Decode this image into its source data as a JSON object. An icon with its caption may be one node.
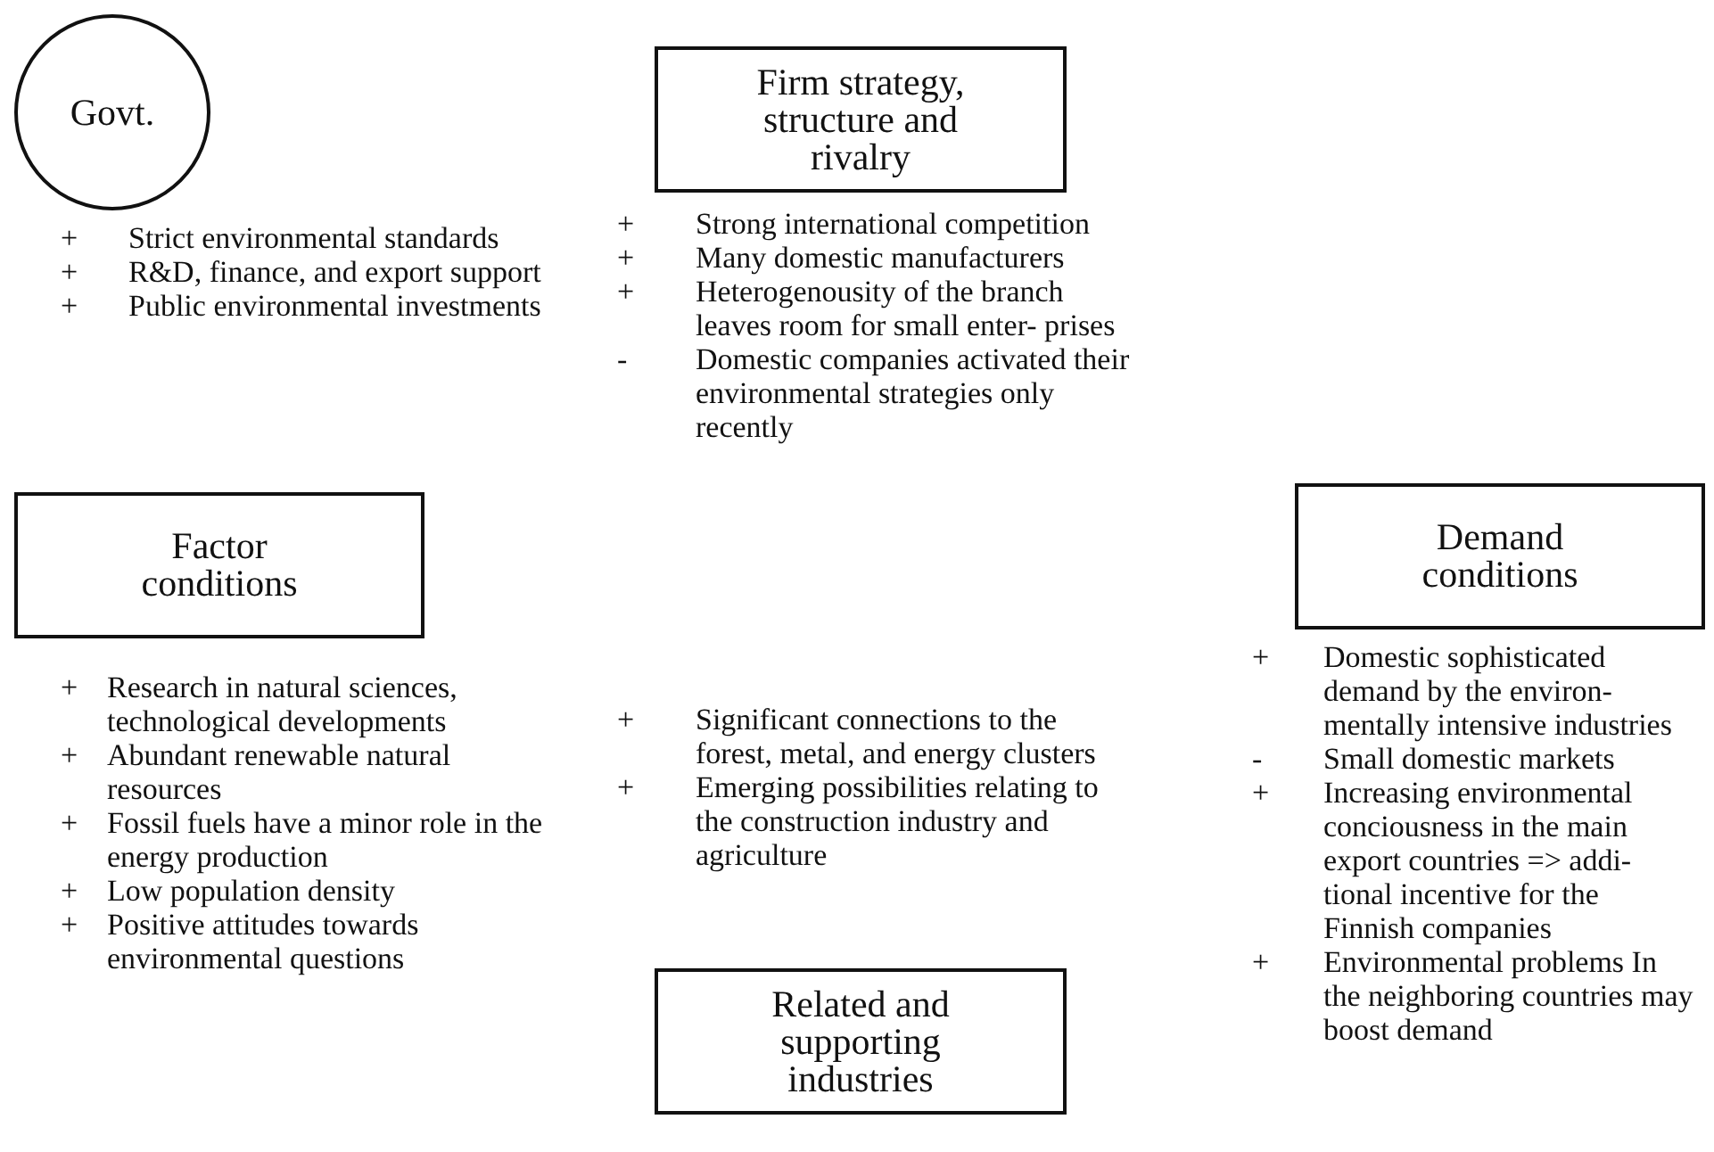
{
  "diagram": {
    "nodes": [
      {
        "text": [
          "Govt."
        ],
        "beside": [
          "+ Strict environmental standards",
          "+ R&D, finance, and export support",
          "+ Public environmental investments"
        ]
      },
      {
        "text": [
          "Firm strategy, structure and rivalry"
        ],
        "beside": [
          "+ Strong international competition",
          "+ Many domestic manufacturers",
          "+ Heterogenousity of the branch leaves room for small enter- prises",
          "- Domestic companies activated their environmental strategies only recently"
        ]
      },
      {
        "text": [
          "Factor conditions"
        ],
        "beside": [
          "+ Research in natural sciences, technological developments",
          "+ Abundant renewable natural resources",
          "+ Fossil fuels have a minor role in the energy production",
          "+ Low population density",
          "+ Positive attitudes towards environmental questions"
        ]
      },
      {
        "text": [
          "Demand conditions"
        ],
        "beside": [
          "+ Domestic sophisticated demand by the environ- mentally intensive industries",
          "- Small domestic markets",
          "+ Increasing environmental conciousness in the main export countries => addi- tional incentive for the Finnish companies",
          "+ Environmental problems In the neighboring countries may boost demand"
        ]
      },
      {
        "text": [
          "Related and supporting industries"
        ],
        "beside": [
          "+ Significant connections to the forest, metal, and energy clusters",
          "+ Emerging possibilities relating to the construction industry and agriculture"
        ]
      }
    ],
    "edges": []
  }
}
